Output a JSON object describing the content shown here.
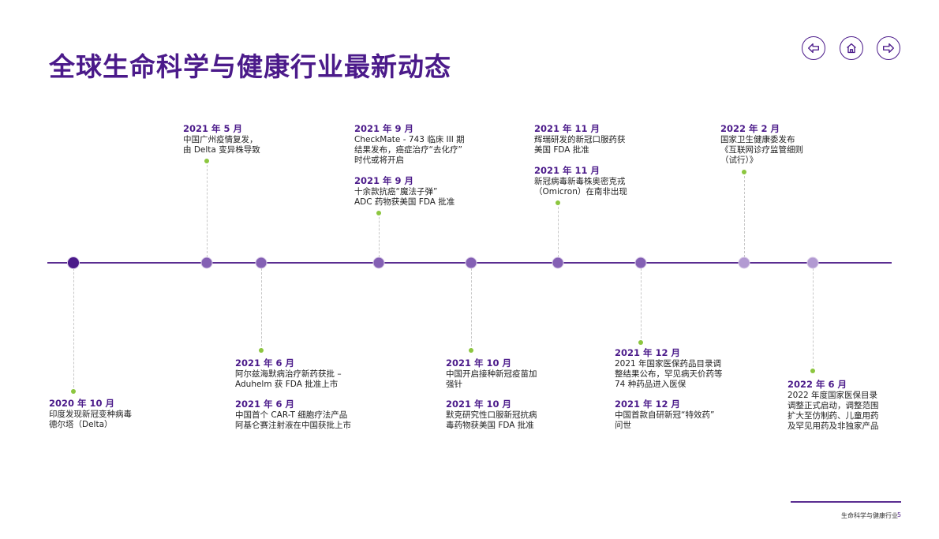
{
  "page": {
    "title": "全球生命科学与健康行业最新动态",
    "footer_label": "生命科学与健康行业",
    "page_number": "5"
  },
  "colors": {
    "brand": "#4b1a8a",
    "accent": "#8cc63f"
  },
  "nav": {
    "prev_icon": "arrow-left-icon",
    "home_icon": "home-icon",
    "next_icon": "arrow-right-icon"
  },
  "events": {
    "e2020_10": {
      "date": "2020 年 10 月",
      "l1": "印度发现新冠变种病毒",
      "l2": "德尔塔（Delta）"
    },
    "e2021_05": {
      "date": "2021 年 5 月",
      "l1": "中国广州疫情复发，",
      "l2": "由 Delta 变异株导致"
    },
    "e2021_06a": {
      "date": "2021 年 6 月",
      "l1": "阿尔兹海默病治疗新药获批 –",
      "l2": "Aduhelm 获 FDA 批准上市"
    },
    "e2021_06b": {
      "date": "2021 年 6 月",
      "l1": "中国首个 CAR-T 细胞疗法产品",
      "l2": "阿基仑赛注射液在中国获批上市"
    },
    "e2021_09a": {
      "date": "2021 年 9 月",
      "l1": "CheckMate - 743 临床 III 期",
      "l2": "结果发布，癌症治疗“去化疗”",
      "l3": "时代或将开启"
    },
    "e2021_09b": {
      "date": "2021 年 9 月",
      "l1": "十余款抗癌“魔法子弹”",
      "l2": "ADC 药物获美国 FDA 批准"
    },
    "e2021_10a": {
      "date": "2021 年 10 月",
      "l1": "中国开启接种新冠疫苗加",
      "l2": "强针"
    },
    "e2021_10b": {
      "date": "2021 年 10 月",
      "l1": "默克研究性口服新冠抗病",
      "l2": "毒药物获美国 FDA 批准"
    },
    "e2021_11a": {
      "date": "2021 年 11 月",
      "l1": "辉瑞研发的新冠口服药获",
      "l2": "美国 FDA 批准"
    },
    "e2021_11b": {
      "date": "2021 年 11 月",
      "l1": "新冠病毒新毒株奥密克戎",
      "l2": "（Omicron）在南非出现"
    },
    "e2021_12a": {
      "date": "2021 年 12 月",
      "l1": "2021 年国家医保药品目录调",
      "l2": "整结果公布，罕见病天价药等",
      "l3": "74 种药品进入医保"
    },
    "e2021_12b": {
      "date": "2021 年 12 月",
      "l1": "中国首款自研新冠“特效药”",
      "l2": "问世"
    },
    "e2022_02": {
      "date": "2022 年 2 月",
      "l1": "国家卫生健康委发布",
      "l2": "《互联网诊疗监管细则",
      "l3": "（试行）》"
    },
    "e2022_06": {
      "date": "2022 年 6 月",
      "l1": "2022 年度国家医保目录",
      "l2": "调整正式启动，调整范围",
      "l3": "扩大至仿制药、儿童用药",
      "l4": "及罕见用药及非独家产品"
    }
  }
}
